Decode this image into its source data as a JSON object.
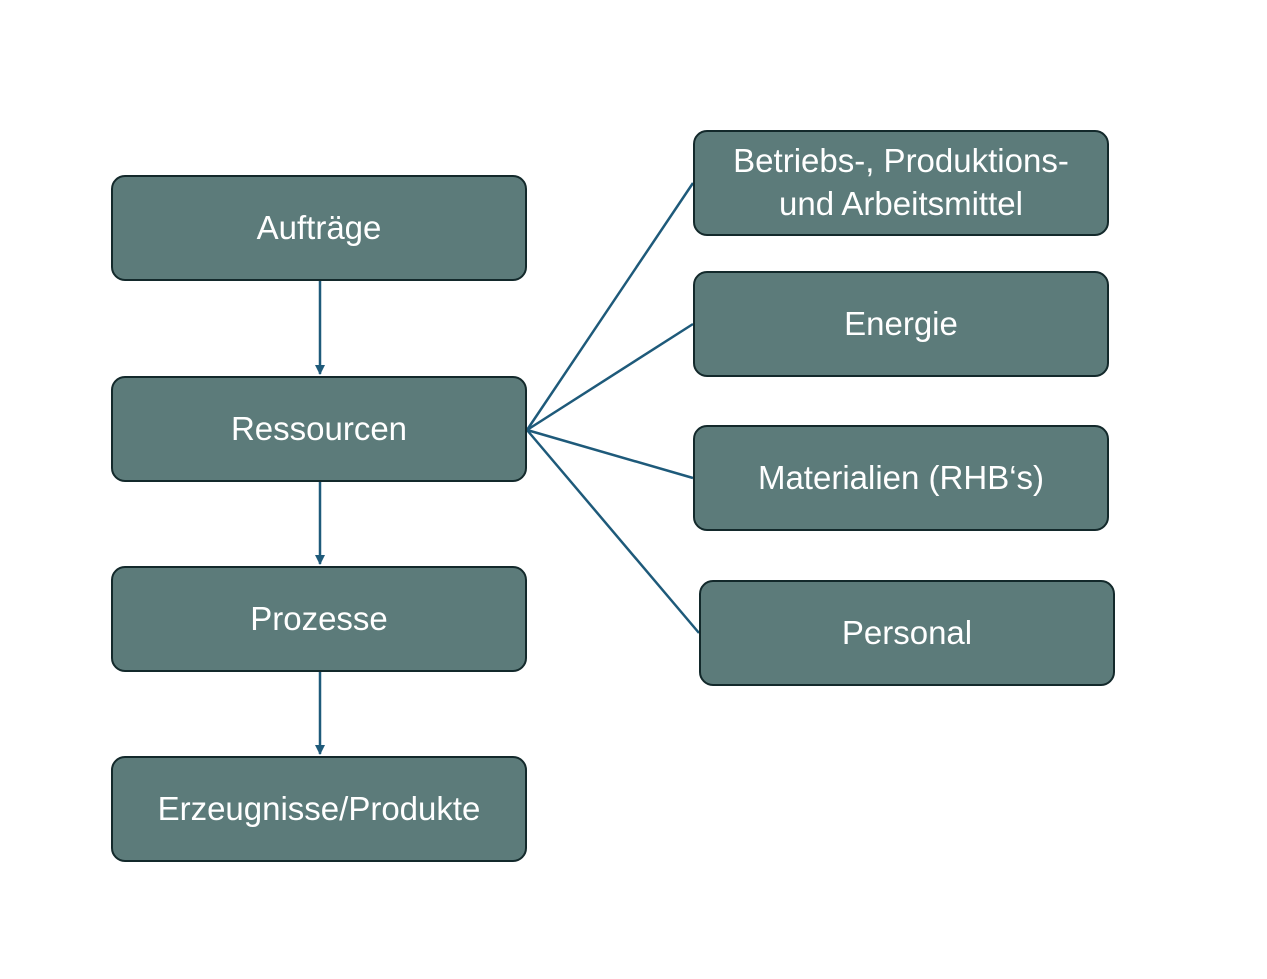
{
  "diagram": {
    "accent_color": "#5c7b7a",
    "border_color": "#13292b",
    "connector_color": "#1e5a7a",
    "flow": {
      "auftraege": "Aufträge",
      "ressourcen": "Ressourcen",
      "prozesse": "Prozesse",
      "erzeugnisse": "Erzeugnisse/Produkte"
    },
    "resources": {
      "betriebs_line1": "Betriebs-, Produktions-",
      "betriebs_line2": "und Arbeitsmittel",
      "energie": "Energie",
      "materialien": "Materialien (RHB‘s)",
      "personal": "Personal"
    }
  }
}
